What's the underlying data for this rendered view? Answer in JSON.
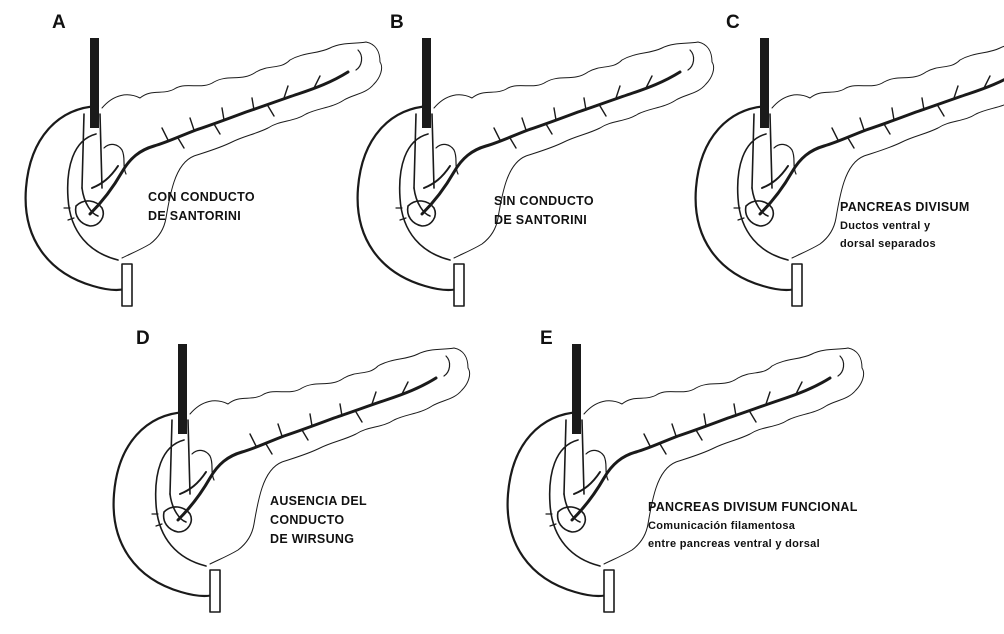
{
  "panels": [
    {
      "letter": "A",
      "lines": [
        "CON CONDUCTO",
        "DE SANTORINI"
      ]
    },
    {
      "letter": "B",
      "lines": [
        "SIN CONDUCTO",
        "DE SANTORINI"
      ]
    },
    {
      "letter": "C",
      "lines": [
        "PANCREAS DIVISUM",
        "Ductos ventral y",
        "dorsal separados"
      ]
    },
    {
      "letter": "D",
      "lines": [
        "AUSENCIA DEL",
        "CONDUCTO",
        "DE WIRSUNG"
      ]
    },
    {
      "letter": "E",
      "lines": [
        "PANCREAS DIVISUM FUNCIONAL",
        "Comunicación filamentosa",
        "entre pancreas ventral y dorsal"
      ]
    }
  ]
}
